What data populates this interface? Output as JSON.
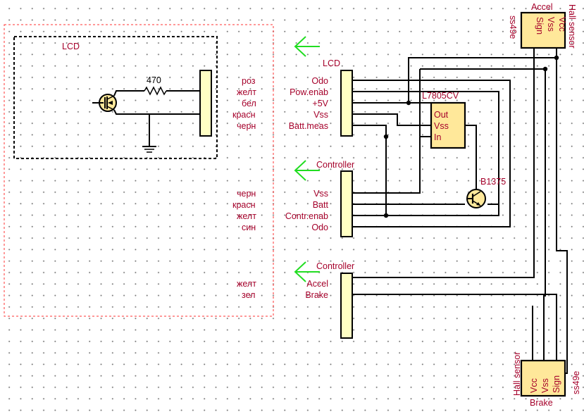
{
  "lcd_area": {
    "title": "LCD",
    "resistor": "470",
    "wire_colors": [
      "роз",
      "желт",
      "бел",
      "красн",
      "черн"
    ]
  },
  "lcd_connector": {
    "title": "LCD",
    "pins": [
      "Odo",
      "Pow.enab",
      "+5V",
      "Vss",
      "Batt.meas"
    ]
  },
  "controller_connector_1": {
    "title": "Controller",
    "pins": [
      "Vss",
      "Batt",
      "Contr.enab",
      "Odo"
    ],
    "wire_colors": [
      "черн",
      "красн",
      "желт",
      "син"
    ]
  },
  "controller_connector_2": {
    "title": "Controller",
    "pins": [
      "Accel",
      "Brake"
    ],
    "wire_colors": [
      "желт",
      "зел"
    ]
  },
  "regulator": {
    "name": "L7805CV",
    "pins": [
      "Out",
      "Vss",
      "In"
    ]
  },
  "transistor": {
    "name": "B1375"
  },
  "accel_sensor": {
    "top_label": "Accel",
    "side_label": "Hall sensor",
    "part": "ss49e",
    "pins": [
      "Sign",
      "Vss",
      "Vcc"
    ]
  },
  "brake_sensor": {
    "bottom_label": "Brake",
    "side_label": "Hall sensor",
    "part": "ss49e",
    "pins": [
      "Vcc",
      "Vss",
      "Sign"
    ]
  },
  "colors": {
    "label": "#a5002a",
    "component_fill": "#ffe89a",
    "connector_fill": "#ffffc4",
    "arrow": "#22dd22",
    "frame": "#ff3333"
  }
}
